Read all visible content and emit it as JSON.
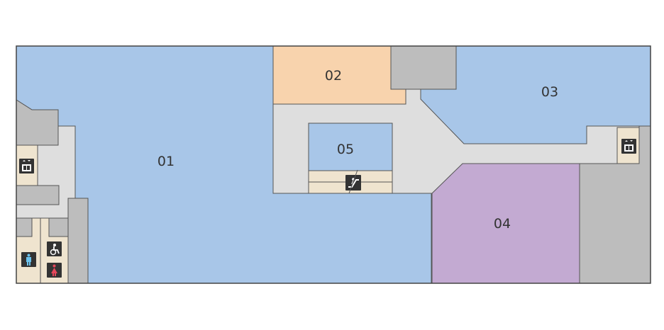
{
  "map": {
    "units": [
      {
        "id": "01",
        "label": "01",
        "color": "#a8c6e8"
      },
      {
        "id": "02",
        "label": "02",
        "color": "#f8d3ad"
      },
      {
        "id": "03",
        "label": "03",
        "color": "#a8c6e8"
      },
      {
        "id": "04",
        "label": "04",
        "color": "#c3aad2"
      },
      {
        "id": "05",
        "label": "05",
        "color": "#a8c6e8"
      }
    ],
    "colors": {
      "corridor": "#dedede",
      "service": "#bdbdbd",
      "utility": "#efe4cf",
      "wall": "#555555",
      "icon_tile": "#333333",
      "male_restroom": "#6cc3ee",
      "female_restroom": "#e5475a"
    },
    "icons": [
      "elevator-icon",
      "elevator-icon",
      "escalator-icon",
      "accessible-restroom-icon",
      "male-restroom-icon",
      "female-restroom-icon"
    ]
  }
}
